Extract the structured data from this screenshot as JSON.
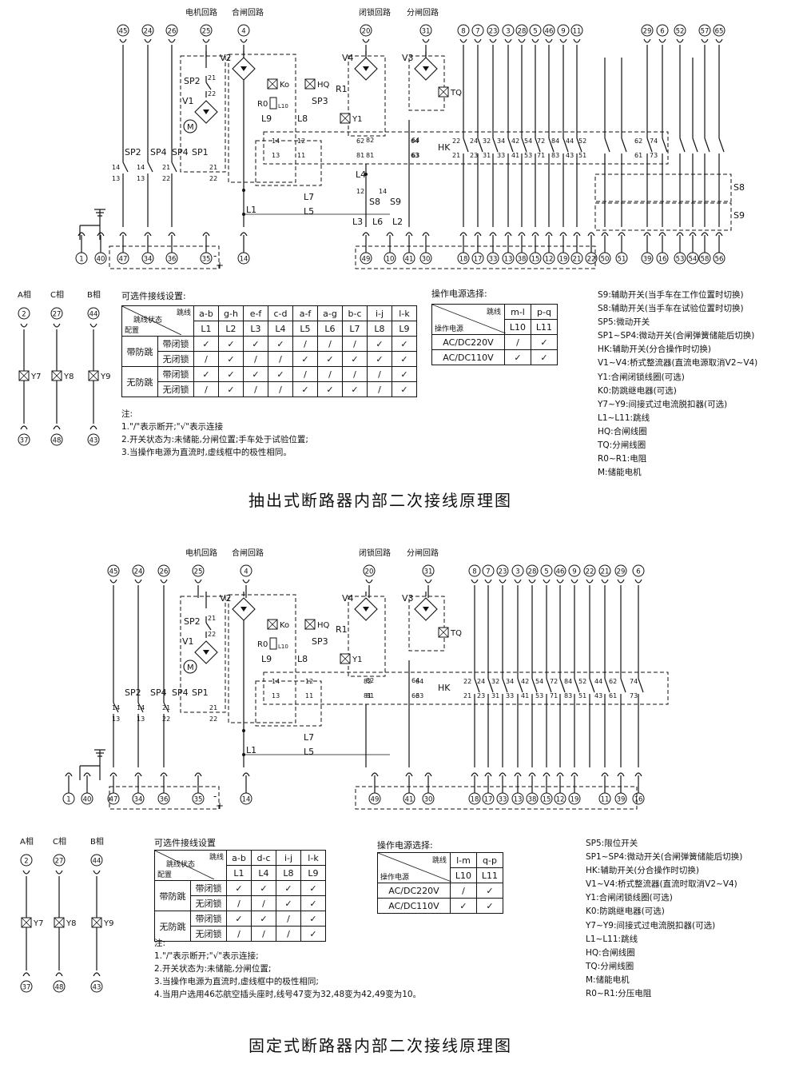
{
  "diagram1": {
    "title": "抽出式断路器内部二次接线原理图",
    "loop_labels": {
      "motor": "电机回路",
      "closing": "合闸回路",
      "lock": "闭锁回路",
      "opening": "分闸回路"
    },
    "top_terminals": [
      "45",
      "24",
      "26",
      "25",
      "4",
      "20",
      "31",
      "8",
      "7",
      "23",
      "3",
      "28",
      "5",
      "46",
      "9",
      "11",
      "29",
      "6",
      "52",
      "57",
      "65"
    ],
    "bottom_terminals": [
      "1",
      "40",
      "47",
      "34",
      "36",
      "35",
      "14",
      "49",
      "10",
      "41",
      "30",
      "18",
      "17",
      "33",
      "13",
      "38",
      "15",
      "12",
      "19",
      "21",
      "22",
      "50",
      "51",
      "39",
      "16",
      "53",
      "54",
      "58",
      "56"
    ],
    "component_labels": [
      "V1",
      "V2",
      "V3",
      "V4",
      "SP1",
      "SP2",
      "SP3",
      "SP4",
      "SP5",
      "Ko",
      "HQ",
      "TQ",
      "Y1",
      "R0",
      "R1",
      "L1",
      "L2",
      "L3",
      "L4",
      "L5",
      "L6",
      "L7",
      "L8",
      "L9",
      "L10",
      "L11",
      "S8",
      "S9",
      "HK"
    ],
    "phases": [
      {
        "name": "A相",
        "top": "2",
        "coil": "Y7",
        "bottom": "37"
      },
      {
        "name": "C相",
        "top": "27",
        "coil": "Y8",
        "bottom": "48"
      },
      {
        "name": "B相",
        "top": "44",
        "coil": "Y9",
        "bottom": "43"
      }
    ],
    "optional_wiring": {
      "title": "可选件接线设置:",
      "corner_top": "跳线",
      "corner_mid": "跳线状态",
      "corner_bottom": "配置",
      "columns": [
        [
          "a-b",
          "L1"
        ],
        [
          "g-h",
          "L2"
        ],
        [
          "e-f",
          "L3"
        ],
        [
          "c-d",
          "L4"
        ],
        [
          "a-f",
          "L5"
        ],
        [
          "a-g",
          "L6"
        ],
        [
          "b-c",
          "L7"
        ],
        [
          "i-j",
          "L8"
        ],
        [
          "l-k",
          "L9"
        ]
      ],
      "groups": [
        {
          "name": "带防跳",
          "rows": [
            {
              "label": "带闭锁",
              "cells": [
                "✓",
                "✓",
                "✓",
                "✓",
                "/",
                "/",
                "/",
                "✓",
                "✓"
              ]
            },
            {
              "label": "无闭锁",
              "cells": [
                "/",
                "✓",
                "/",
                "/",
                "✓",
                "✓",
                "✓",
                "✓",
                "✓"
              ]
            }
          ]
        },
        {
          "name": "无防跳",
          "rows": [
            {
              "label": "带闭锁",
              "cells": [
                "✓",
                "✓",
                "✓",
                "✓",
                "/",
                "/",
                "/",
                "/",
                "✓"
              ]
            },
            {
              "label": "无闭锁",
              "cells": [
                "/",
                "✓",
                "/",
                "/",
                "✓",
                "✓",
                "✓",
                "/",
                "✓"
              ]
            }
          ]
        }
      ]
    },
    "power": {
      "title": "操作电源选择:",
      "corner_top": "跳线",
      "corner_bottom": "操作电源",
      "columns": [
        [
          "m-l",
          "L10"
        ],
        [
          "p-q",
          "L11"
        ]
      ],
      "rows": [
        {
          "label": "AC/DC220V",
          "cells": [
            "/",
            "✓"
          ]
        },
        {
          "label": "AC/DC110V",
          "cells": [
            "✓",
            "✓"
          ]
        }
      ]
    },
    "notes": "注:\n1.\"/\"表示断开;\"√\"表示连接\n2.开关状态为:未储能,分闸位置;手车处于试验位置;\n3.当操作电源为直流时,虚线框中的极性相同。",
    "legend": "S9:辅助开关(当手车在工作位置时切换)\nS8:辅助开关(当手车在试验位置时切换)\nSP5:微动开关\nSP1~SP4:微动开关(合闸弹簧储能后切换)\nHK:辅助开关(分合操作时切换)\nV1~V4:桥式整流器(直流电源取消V2~V4)\nY1:合闸闭锁线圈(可选)\nK0:防跳继电器(可选)\nY7~Y9:间接式过电流脱扣器(可选)\nL1~L11:跳线\nHQ:合闸线圈\nTQ:分闸线圈\nR0~R1:电阻\nM:储能电机"
  },
  "diagram2": {
    "title": "固定式断路器内部二次接线原理图",
    "loop_labels": {
      "motor": "电机回路",
      "closing": "合闸回路",
      "lock": "闭锁回路",
      "opening": "分闸回路"
    },
    "top_terminals": [
      "45",
      "24",
      "26",
      "25",
      "4",
      "20",
      "31",
      "8",
      "7",
      "23",
      "3",
      "28",
      "5",
      "46",
      "9",
      "22",
      "21",
      "29",
      "6"
    ],
    "bottom_terminals": [
      "1",
      "40",
      "47",
      "34",
      "36",
      "35",
      "14",
      "49",
      "41",
      "30",
      "18",
      "17",
      "33",
      "13",
      "38",
      "15",
      "12",
      "19",
      "11",
      "39",
      "16"
    ],
    "component_labels": [
      "V1",
      "V2",
      "V3",
      "V4",
      "SP1",
      "SP2",
      "SP3",
      "SP4",
      "SP5",
      "K0",
      "HQ",
      "TQ",
      "Y1",
      "R0",
      "R1",
      "L1",
      "L4",
      "L8",
      "L9",
      "L10",
      "L11",
      "HK"
    ],
    "phases": [
      {
        "name": "A相",
        "top": "2",
        "coil": "Y7",
        "bottom": "37"
      },
      {
        "name": "C相",
        "top": "27",
        "coil": "Y8",
        "bottom": "48"
      },
      {
        "name": "B相",
        "top": "44",
        "coil": "Y9",
        "bottom": "43"
      }
    ],
    "optional_wiring": {
      "title": "可选件接线设置",
      "corner_top": "跳线",
      "corner_mid": "跳线状态",
      "corner_bottom": "配置",
      "columns": [
        [
          "a-b",
          "L1"
        ],
        [
          "d-c",
          "L4"
        ],
        [
          "i-j",
          "L8"
        ],
        [
          "l-k",
          "L9"
        ]
      ],
      "groups": [
        {
          "name": "带防跳",
          "rows": [
            {
              "label": "带闭锁",
              "cells": [
                "✓",
                "✓",
                "✓",
                "✓"
              ]
            },
            {
              "label": "无闭锁",
              "cells": [
                "/",
                "/",
                "✓",
                "✓"
              ]
            }
          ]
        },
        {
          "name": "无防跳",
          "rows": [
            {
              "label": "带闭锁",
              "cells": [
                "✓",
                "✓",
                "/",
                "✓"
              ]
            },
            {
              "label": "无闭锁",
              "cells": [
                "/",
                "/",
                "/",
                "✓"
              ]
            }
          ]
        }
      ]
    },
    "power": {
      "title": "操作电源选择:",
      "corner_top": "跳线",
      "corner_bottom": "操作电源",
      "columns": [
        [
          "l-m",
          "L10"
        ],
        [
          "q-p",
          "L11"
        ]
      ],
      "rows": [
        {
          "label": "AC/DC220V",
          "cells": [
            "/",
            "✓"
          ]
        },
        {
          "label": "AC/DC110V",
          "cells": [
            "✓",
            "✓"
          ]
        }
      ]
    },
    "notes": "注:\n1.\"/\"表示断开;\"√\"表示连接;\n2.开关状态为:未储能,分闸位置;\n3.当操作电源为直流时,虚线框中的极性相同;\n4.当用户选用46芯航空插头座时,线号47变为32,48变为42,49变为10。",
    "legend": "SP5:限位开关\nSP1~SP4:微动开关(合闸弹簧储能后切换)\nHK:辅助开关(分合操作时切换)\nV1~V4:桥式整流器(直流时取消V2~V4)\nY1:合闸闭锁线圈(可选)\nK0:防跳继电器(可选)\nY7~Y9:间接式过电流脱扣器(可选)\nL1~L11:跳线\nHQ:合闸线圈\nTQ:分闸线圈\nM:储能电机\nR0~R1:分压电阻"
  }
}
